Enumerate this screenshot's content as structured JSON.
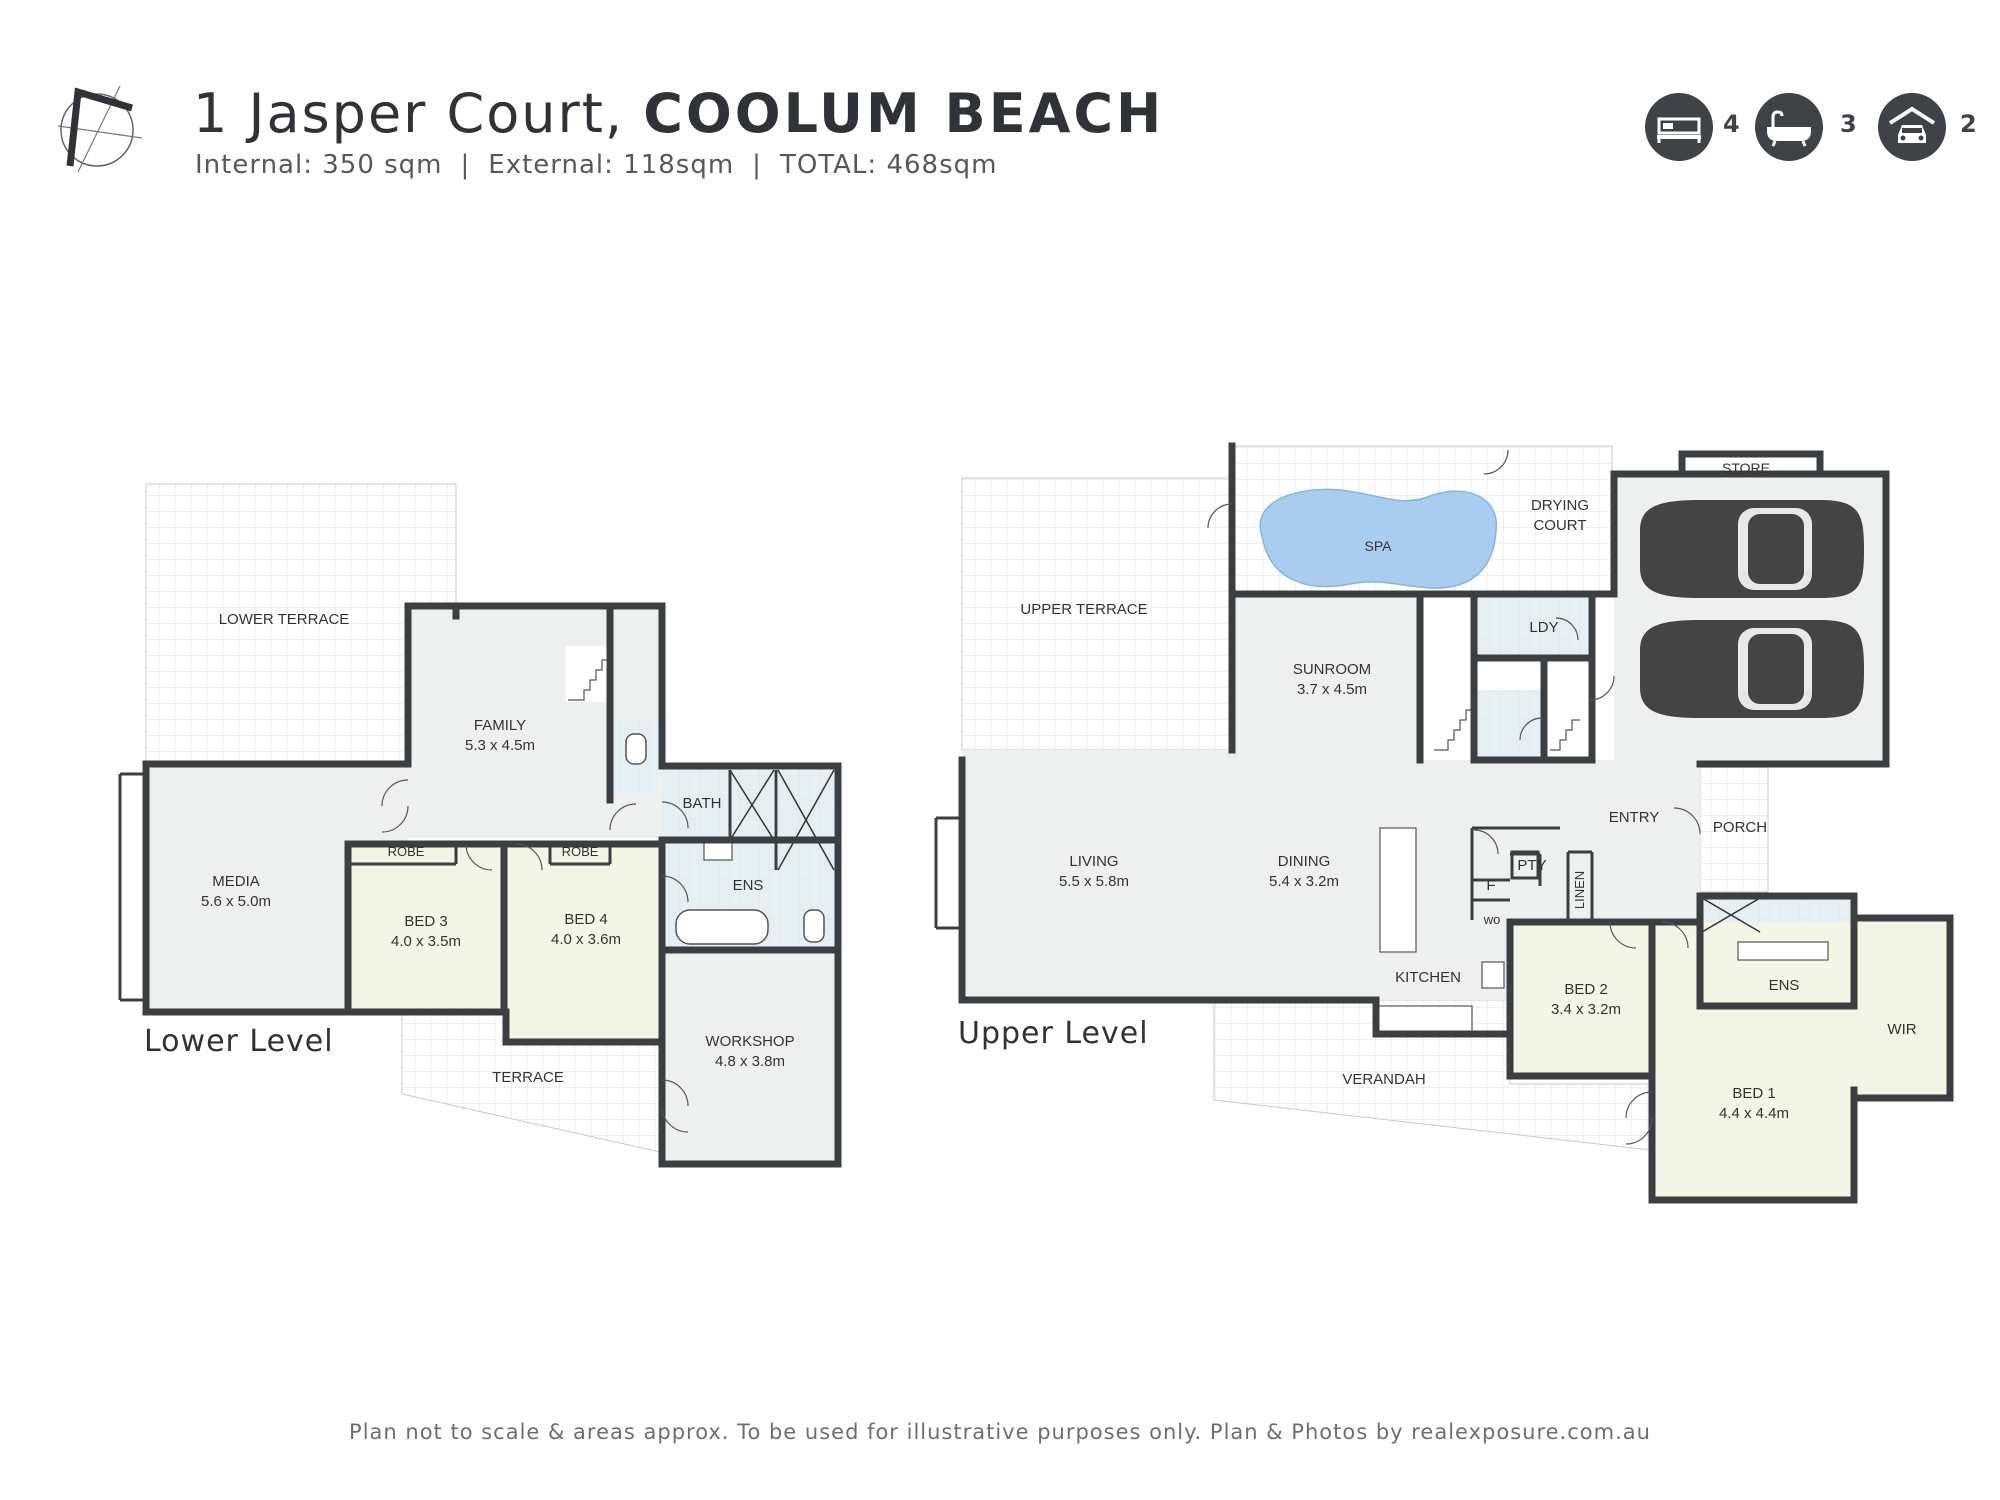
{
  "header": {
    "address": "1 Jasper Court,",
    "suburb": "COOLUM BEACH",
    "internal": "Internal: 350 sqm",
    "external": "External: 118sqm",
    "total": "TOTAL: 468sqm",
    "separator": "|"
  },
  "features": {
    "bedrooms": "4",
    "bathrooms": "3",
    "garage": "2"
  },
  "levels": {
    "lower": "Lower Level",
    "upper": "Upper Level"
  },
  "lower_rooms": {
    "lower_terrace": {
      "name": "LOWER TERRACE"
    },
    "family": {
      "name": "FAMILY",
      "dim": "5.3 x 4.5m"
    },
    "media": {
      "name": "MEDIA",
      "dim": "5.6 x 5.0m"
    },
    "robe_3": {
      "name": "ROBE"
    },
    "robe_4": {
      "name": "ROBE"
    },
    "bed_3": {
      "name": "BED 3",
      "dim": "4.0 x 3.5m"
    },
    "bed_4": {
      "name": "BED 4",
      "dim": "4.0 x 3.6m"
    },
    "bath": {
      "name": "BATH"
    },
    "ens": {
      "name": "ENS"
    },
    "workshop": {
      "name": "WORKSHOP",
      "dim": "4.8 x 3.8m"
    },
    "terrace": {
      "name": "TERRACE"
    }
  },
  "upper_rooms": {
    "upper_terrace": {
      "name": "UPPER TERRACE"
    },
    "spa": {
      "name": "SPA"
    },
    "drying_court": {
      "name": "DRYING",
      "name2": "COURT"
    },
    "store": {
      "name": "STORE"
    },
    "ldy": {
      "name": "LDY"
    },
    "sunroom": {
      "name": "SUNROOM",
      "dim": "3.7 x 4.5m"
    },
    "living": {
      "name": "LIVING",
      "dim": "5.5 x 5.8m"
    },
    "dining": {
      "name": "DINING",
      "dim": "5.4 x 3.2m"
    },
    "entry": {
      "name": "ENTRY"
    },
    "porch": {
      "name": "PORCH"
    },
    "pty": {
      "name": "PTY"
    },
    "f": {
      "name": "F"
    },
    "wo": {
      "name": "wo"
    },
    "linen": {
      "name": "LINEN"
    },
    "kitchen": {
      "name": "KITCHEN"
    },
    "ens": {
      "name": "ENS"
    },
    "wir": {
      "name": "WIR"
    },
    "bed_2": {
      "name": "BED 2",
      "dim": "3.4 x 3.2m"
    },
    "bed_1": {
      "name": "BED 1",
      "dim": "4.4 x 4.4m"
    },
    "verandah": {
      "name": "VERANDAH"
    }
  },
  "footer": {
    "disclaimer": "Plan not to scale & areas approx. To be used for illustrative purposes only. Plan & Photos by realexposure.com.au"
  },
  "colors": {
    "wall": "#3c3f42",
    "bedroom_fill": "#f3f6e6",
    "wet_fill": "#e3eef4",
    "spa_fill": "#a9cdee",
    "floor_fill": "#eef0f0",
    "outdoor_grid": "#e4e4e4",
    "badge": "#3f4347"
  },
  "icons": [
    "compass-logo",
    "bed-icon",
    "bath-icon",
    "garage-icon"
  ]
}
